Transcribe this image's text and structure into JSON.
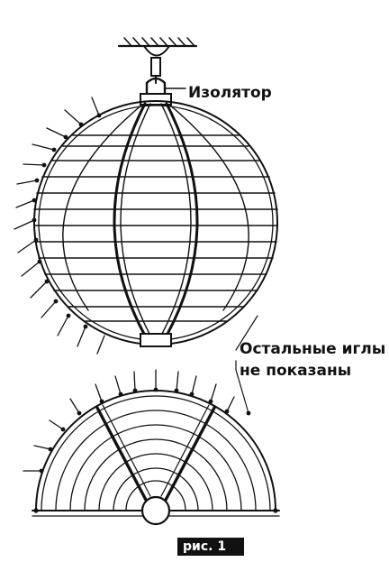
{
  "labels": {
    "insulator": "Изолятор",
    "other_needles_line1": "Остальные иглы",
    "other_needles_line2": "не показаны"
  },
  "figure_caption": "рис. 1",
  "colors": {
    "ink": "#111111",
    "paper": "#ffffff"
  }
}
